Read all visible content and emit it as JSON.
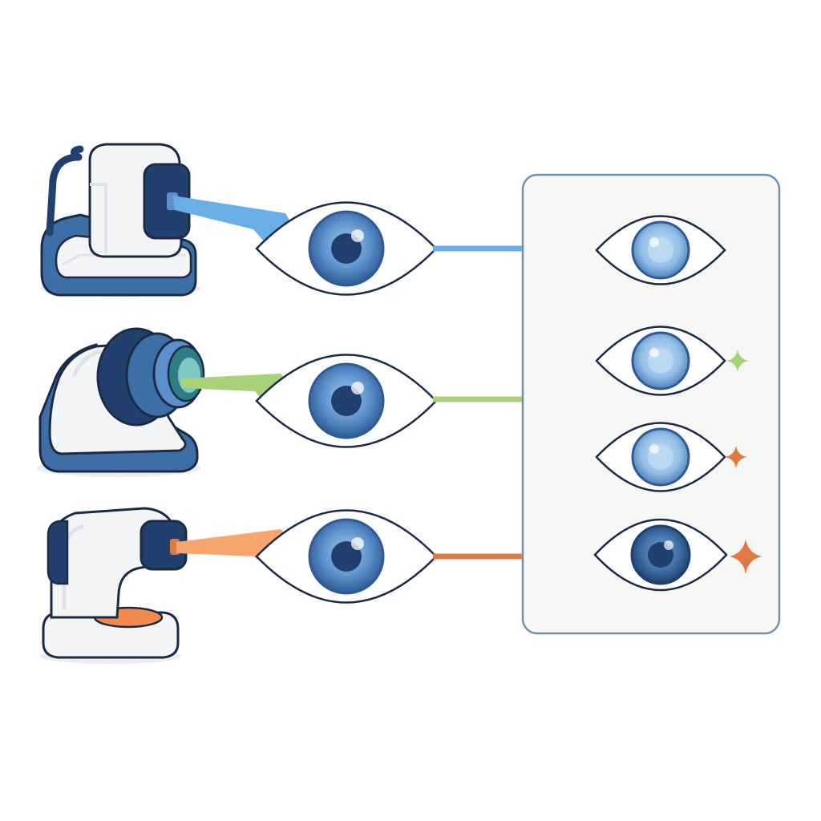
{
  "colors": {
    "background": "#ffffff",
    "device_white": "#f4f5f7",
    "device_shade": "#dfe3e9",
    "device_navy": "#22406e",
    "device_blue": "#3d6ea5",
    "outline": "#1c2b45",
    "beam_blue": "#6aaee8",
    "beam_green": "#a9d17a",
    "beam_orange": "#f5a66e",
    "arrow_blue": "#6aaee8",
    "arrow_green": "#a9d17a",
    "arrow_orange": "#e07a45",
    "iris_light": "#8fbde6",
    "iris_mid": "#5a8fcc",
    "iris_dark": "#2f5a93",
    "pupil": "#22406e",
    "panel_fill": "#f6f6f4",
    "panel_border": "#6f8fae",
    "sparkle_green": "#a9d17a",
    "sparkle_orange": "#e07a45"
  },
  "devices": [
    {
      "name": "headrest-imaging-device",
      "icon": "ophthalmic-device-icon",
      "beam": "blue"
    },
    {
      "name": "lens-camera-device",
      "icon": "fundus-camera-icon",
      "beam": "green"
    },
    {
      "name": "handheld-scanner-device",
      "icon": "handheld-scanner-icon",
      "beam": "orange"
    }
  ],
  "results": [
    {
      "name": "result-eye-1",
      "iris": "light",
      "sparkle": "none"
    },
    {
      "name": "result-eye-2",
      "iris": "light",
      "sparkle": "green"
    },
    {
      "name": "result-eye-3",
      "iris": "light",
      "sparkle": "orange"
    },
    {
      "name": "result-eye-4",
      "iris": "dark",
      "sparkle": "orange"
    }
  ]
}
